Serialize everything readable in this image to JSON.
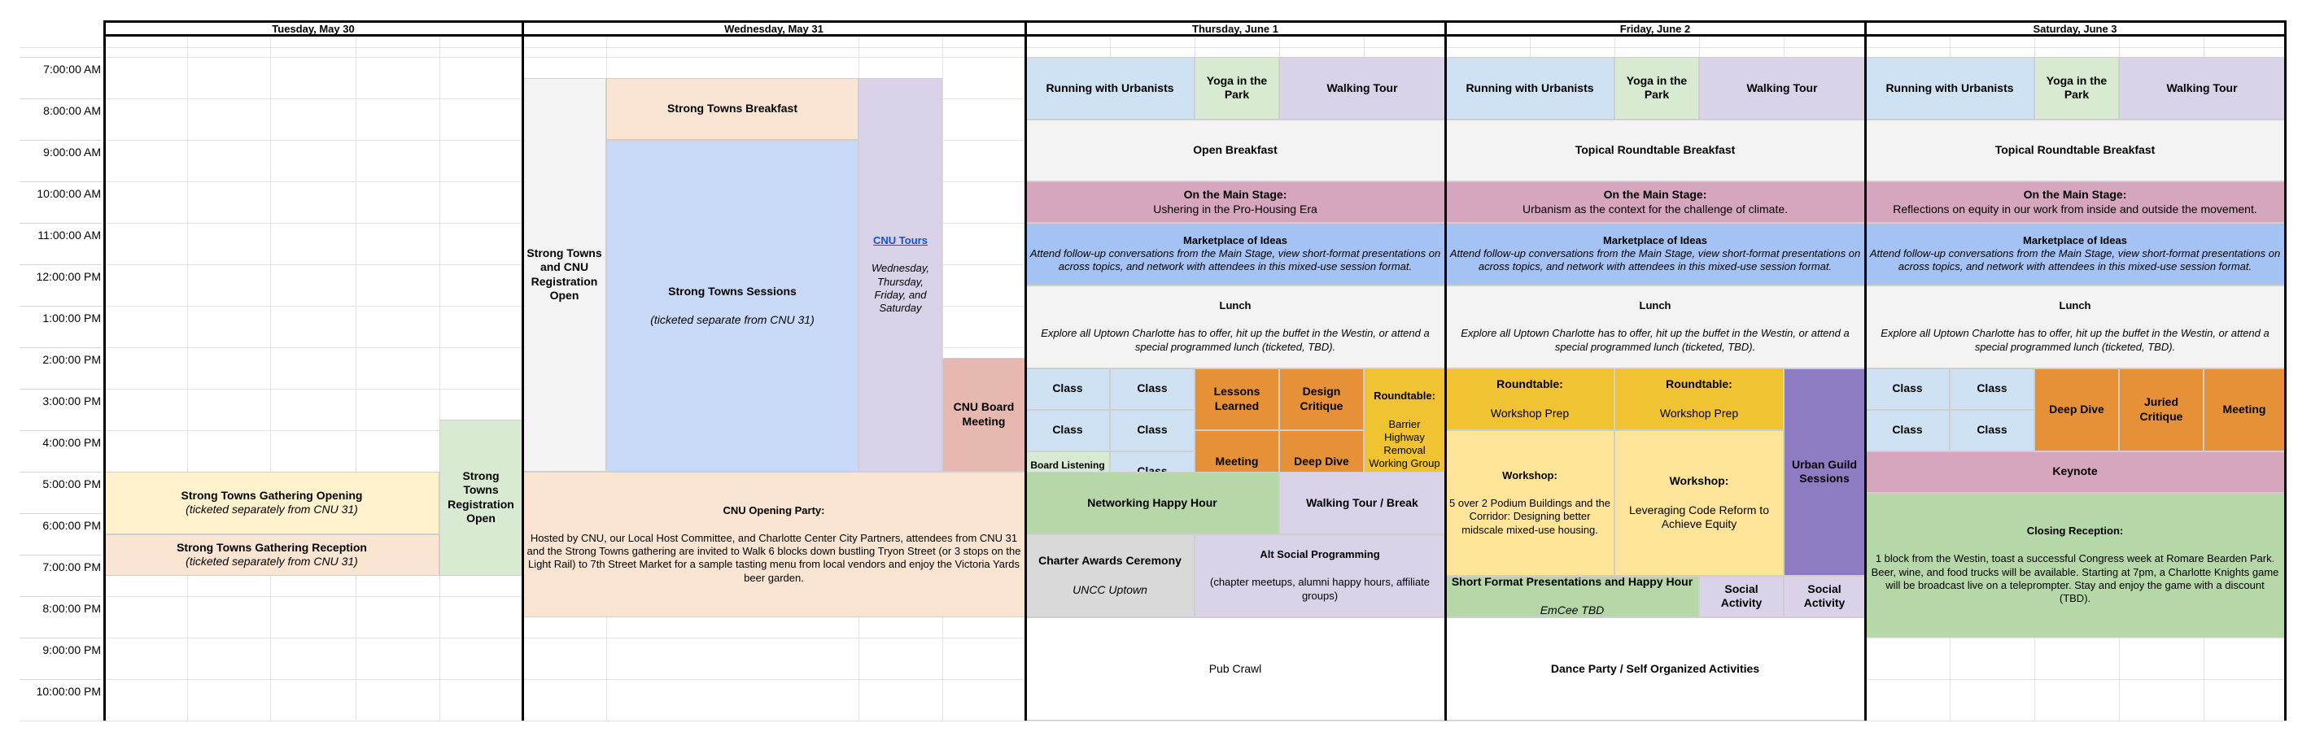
{
  "days": [
    "Tuesday, May 30",
    "Wednesday, May 31",
    "Thursday, June 1",
    "Friday, June 2",
    "Saturday, June 3"
  ],
  "times": [
    "7:00:00 AM",
    "8:00:00 AM",
    "9:00:00 AM",
    "10:00:00 AM",
    "11:00:00 AM",
    "12:00:00 PM",
    "1:00:00 PM",
    "2:00:00 PM",
    "3:00:00 PM",
    "4:00:00 PM",
    "5:00:00 PM",
    "6:00:00 PM",
    "7:00:00 PM",
    "8:00:00 PM",
    "9:00:00 PM",
    "10:00:00 PM"
  ],
  "colors": {
    "cream": "#fff2cc",
    "peach": "#f9e5d2",
    "green": "#d9ead3",
    "green_dark": "#b6d7a8",
    "light_gray": "#f3f3f3",
    "gray": "#d9d9d9",
    "lavender": "#d9d2e9",
    "blue": "#c9daf8",
    "blue_mid": "#a4c2f4",
    "steel": "#cfe2f3",
    "pink": "#d5a6bd",
    "rose": "#e6b8af",
    "orange": "#e69138",
    "gold": "#f1c232",
    "yellow": "#ffe599",
    "purple": "#8e7cc3",
    "white": "#ffffff"
  },
  "events": [
    {
      "name": "Strong Towns Gathering Opening",
      "lines": [
        {
          "text": "Strong Towns Gathering Opening",
          "style": "b"
        },
        {
          "text": "(ticketed separately from CNU 31)",
          "style": "i"
        }
      ],
      "color": "cream"
    },
    {
      "name": "Strong Towns Gathering Reception",
      "lines": [
        {
          "text": "Strong Towns Gathering Reception",
          "style": "b"
        },
        {
          "text": "(ticketed separately from CNU 31)",
          "style": "i"
        }
      ],
      "color": "peach"
    },
    {
      "name": "Strong Towns Registration Open",
      "lines": [
        {
          "text": "Strong Towns Registration Open",
          "style": "b"
        }
      ],
      "color": "green"
    },
    {
      "name": "Strong Towns and CNU Registration Open",
      "lines": [
        {
          "text": "Strong Towns and CNU Registration Open",
          "style": "b"
        }
      ],
      "color": "light_gray"
    },
    {
      "name": "Strong Towns Breakfast",
      "lines": [
        {
          "text": "Strong Towns Breakfast",
          "style": "b"
        }
      ],
      "color": "peach"
    },
    {
      "name": "Strong Towns Sessions",
      "lines": [
        {
          "text": "Strong Towns Sessions",
          "style": "b"
        },
        {
          "text": "(ticketed separate from CNU 31)",
          "style": "i gap"
        }
      ],
      "color": "blue"
    },
    {
      "name": "CNU Tours",
      "lines": [
        {
          "text": "CNU Tours",
          "style": "u"
        },
        {
          "text": "Wednesday, Thursday, Friday, and Saturday",
          "style": "i gap"
        }
      ],
      "color": "lavender"
    },
    {
      "name": "CNU Board Meeting",
      "lines": [
        {
          "text": "CNU Board Meeting",
          "style": "b"
        }
      ],
      "color": "rose"
    },
    {
      "name": "CNU Opening Party",
      "lines": [
        {
          "text": "CNU Opening Party:",
          "style": "b"
        },
        {
          "text": "Hosted by CNU, our Local Host Committee, and Charlotte Center City Partners, attendees from CNU 31 and the Strong Towns gathering are invited to Walk 6 blocks down bustling Tryon Street (or 3 stops on the Light Rail) to 7th Street Market for a sample tasting menu from local vendors and enjoy the Victoria Yards beer garden.",
          "style": "n gap"
        }
      ],
      "color": "peach"
    },
    {
      "name": "Running with Urbanists",
      "lines": [
        {
          "text": "Running with Urbanists",
          "style": "b"
        }
      ],
      "color": "steel"
    },
    {
      "name": "Yoga in the Park",
      "lines": [
        {
          "text": "Yoga in the Park",
          "style": "b"
        }
      ],
      "color": "green"
    },
    {
      "name": "Walking Tour",
      "lines": [
        {
          "text": "Walking Tour",
          "style": "b"
        }
      ],
      "color": "lavender"
    },
    {
      "name": "Open Breakfast",
      "lines": [
        {
          "text": "Open Breakfast",
          "style": "b"
        }
      ],
      "color": "light_gray"
    },
    {
      "name": "On the Main Stage",
      "lines": [
        {
          "text": "On the Main Stage:",
          "style": "b"
        },
        {
          "text": "Ushering in the Pro-Housing Era",
          "style": "n"
        }
      ],
      "color": "pink"
    },
    {
      "name": "Marketplace of Ideas",
      "lines": [
        {
          "text": "Marketplace of Ideas",
          "style": "b"
        },
        {
          "text": "Attend follow-up conversations from the Main Stage, view short-format presentations on across topics, and network with attendees in this mixed-use session format.",
          "style": "i"
        }
      ],
      "color": "blue_mid"
    },
    {
      "name": "Lunch",
      "lines": [
        {
          "text": "Lunch",
          "style": "b"
        },
        {
          "text": "Explore all Uptown Charlotte has to offer, hit up the buffet in the Westin, or attend a special programmed lunch (ticketed, TBD).",
          "style": "i gap"
        }
      ],
      "color": "light_gray"
    },
    {
      "name": "Class",
      "lines": [
        {
          "text": "Class",
          "style": "b"
        }
      ],
      "color": "steel"
    },
    {
      "name": "Class",
      "lines": [
        {
          "text": "Class",
          "style": "b"
        }
      ],
      "color": "steel"
    },
    {
      "name": "Class",
      "lines": [
        {
          "text": "Class",
          "style": "b"
        }
      ],
      "color": "steel"
    },
    {
      "name": "Class",
      "lines": [
        {
          "text": "Class",
          "style": "b"
        }
      ],
      "color": "steel"
    },
    {
      "name": "Board Listening Session",
      "lines": [
        {
          "text": "Board Listening Session",
          "style": "b"
        }
      ],
      "color": "green"
    },
    {
      "name": "Class",
      "lines": [
        {
          "text": "Class",
          "style": "b"
        }
      ],
      "color": "steel"
    },
    {
      "name": "Lessons Learned",
      "lines": [
        {
          "text": "Lessons Learned",
          "style": "b"
        }
      ],
      "color": "orange"
    },
    {
      "name": "Design Critique",
      "lines": [
        {
          "text": "Design Critique",
          "style": "b"
        }
      ],
      "color": "orange"
    },
    {
      "name": "Meeting",
      "lines": [
        {
          "text": "Meeting",
          "style": "b"
        }
      ],
      "color": "orange"
    },
    {
      "name": "Deep Dive",
      "lines": [
        {
          "text": "Deep Dive",
          "style": "b"
        }
      ],
      "color": "orange"
    },
    {
      "name": "Roundtable",
      "lines": [
        {
          "text": "Roundtable:",
          "style": "b"
        },
        {
          "text": "Barrier Highway Removal Working Group",
          "style": "n gap"
        }
      ],
      "color": "gold"
    },
    {
      "name": "Networking Happy Hour",
      "lines": [
        {
          "text": "Networking Happy Hour",
          "style": "b"
        }
      ],
      "color": "green_dark"
    },
    {
      "name": "Walking Tour / Break",
      "lines": [
        {
          "text": "Walking Tour / Break",
          "style": "b"
        }
      ],
      "color": "lavender"
    },
    {
      "name": "Charter Awards Ceremony",
      "lines": [
        {
          "text": "Charter Awards Ceremony",
          "style": "b"
        },
        {
          "text": "UNCC Uptown",
          "style": "i gap"
        }
      ],
      "color": "gray"
    },
    {
      "name": "Alt Social Programming",
      "lines": [
        {
          "text": "Alt Social Programming",
          "style": "b"
        },
        {
          "text": "(chapter meetups, alumni happy hours, affiliate groups)",
          "style": "n gap"
        }
      ],
      "color": "lavender"
    },
    {
      "name": "Pub Crawl",
      "lines": [
        {
          "text": "Pub Crawl",
          "style": "n"
        }
      ],
      "color": "white"
    },
    {
      "name": "Running with Urbanists",
      "lines": [
        {
          "text": "Running with Urbanists",
          "style": "b"
        }
      ],
      "color": "steel"
    },
    {
      "name": "Yoga in the Park",
      "lines": [
        {
          "text": "Yoga in the Park",
          "style": "b"
        }
      ],
      "color": "green"
    },
    {
      "name": "Walking Tour",
      "lines": [
        {
          "text": "Walking Tour",
          "style": "b"
        }
      ],
      "color": "lavender"
    },
    {
      "name": "Topical Roundtable Breakfast",
      "lines": [
        {
          "text": "Topical Roundtable Breakfast",
          "style": "b"
        }
      ],
      "color": "light_gray"
    },
    {
      "name": "On the Main Stage",
      "lines": [
        {
          "text": "On the Main Stage:",
          "style": "b"
        },
        {
          "text": "Urbanism as the context for the challenge of climate.",
          "style": "n"
        }
      ],
      "color": "pink"
    },
    {
      "name": "Marketplace of Ideas",
      "lines": [
        {
          "text": "Marketplace of Ideas",
          "style": "b"
        },
        {
          "text": "Attend follow-up conversations from the Main Stage, view short-format presentations on across topics, and network with attendees in this mixed-use session format.",
          "style": "i"
        }
      ],
      "color": "blue_mid"
    },
    {
      "name": "Lunch",
      "lines": [
        {
          "text": "Lunch",
          "style": "b"
        },
        {
          "text": "Explore all Uptown Charlotte has to offer, hit up the buffet in the Westin, or attend a special programmed lunch (ticketed, TBD).",
          "style": "i gap"
        }
      ],
      "color": "light_gray"
    },
    {
      "name": "Roundtable",
      "lines": [
        {
          "text": "Roundtable:",
          "style": "b"
        },
        {
          "text": "Workshop Prep",
          "style": "n gap"
        }
      ],
      "color": "gold"
    },
    {
      "name": "Roundtable",
      "lines": [
        {
          "text": "Roundtable:",
          "style": "b"
        },
        {
          "text": "Workshop Prep",
          "style": "n gap"
        }
      ],
      "color": "gold"
    },
    {
      "name": "Urban Guild Sessions",
      "lines": [
        {
          "text": "Urban Guild Sessions",
          "style": "b"
        }
      ],
      "color": "purple"
    },
    {
      "name": "Workshop",
      "lines": [
        {
          "text": "Workshop:",
          "style": "b"
        },
        {
          "text": "5 over 2 Podium Buildings and the Corridor: Designing better midscale mixed-use housing.",
          "style": "n gap"
        }
      ],
      "color": "yellow"
    },
    {
      "name": "Workshop",
      "lines": [
        {
          "text": "Workshop:",
          "style": "b"
        },
        {
          "text": "Leveraging Code Reform to Achieve Equity",
          "style": "n gap"
        }
      ],
      "color": "yellow"
    },
    {
      "name": "Short Format Presentations and Happy Hour",
      "lines": [
        {
          "text": "Short Format Presentations and Happy Hour",
          "style": "b"
        },
        {
          "text": "EmCee TBD",
          "style": "i gap"
        }
      ],
      "color": "green_dark"
    },
    {
      "name": "Social Activity",
      "lines": [
        {
          "text": "Social Activity",
          "style": "b"
        }
      ],
      "color": "lavender"
    },
    {
      "name": "Social Activity",
      "lines": [
        {
          "text": "Social Activity",
          "style": "b"
        }
      ],
      "color": "lavender"
    },
    {
      "name": "Dance Party / Self Organized Activities",
      "lines": [
        {
          "text": "Dance Party / Self Organized Activities",
          "style": "b"
        }
      ],
      "color": "white"
    },
    {
      "name": "Running with Urbanists",
      "lines": [
        {
          "text": "Running with Urbanists",
          "style": "b"
        }
      ],
      "color": "steel"
    },
    {
      "name": "Yoga in the Park",
      "lines": [
        {
          "text": "Yoga in the Park",
          "style": "b"
        }
      ],
      "color": "green"
    },
    {
      "name": "Walking Tour",
      "lines": [
        {
          "text": "Walking Tour",
          "style": "b"
        }
      ],
      "color": "lavender"
    },
    {
      "name": "Topical Roundtable Breakfast",
      "lines": [
        {
          "text": "Topical Roundtable Breakfast",
          "style": "b"
        }
      ],
      "color": "light_gray"
    },
    {
      "name": "On the Main Stage",
      "lines": [
        {
          "text": "On the Main Stage:",
          "style": "b"
        },
        {
          "text": "Reflections on equity in our work from inside and outside the movement.",
          "style": "n"
        }
      ],
      "color": "pink"
    },
    {
      "name": "Marketplace of Ideas",
      "lines": [
        {
          "text": "Marketplace of Ideas",
          "style": "b"
        },
        {
          "text": "Attend follow-up conversations from the Main Stage, view short-format presentations on across topics, and network with attendees in this mixed-use session format.",
          "style": "i"
        }
      ],
      "color": "blue_mid"
    },
    {
      "name": "Lunch",
      "lines": [
        {
          "text": "Lunch",
          "style": "b"
        },
        {
          "text": "Explore all Uptown Charlotte has to offer, hit up the buffet in the Westin, or attend a special programmed lunch (ticketed, TBD).",
          "style": "i gap"
        }
      ],
      "color": "light_gray"
    },
    {
      "name": "Class",
      "lines": [
        {
          "text": "Class",
          "style": "b"
        }
      ],
      "color": "steel"
    },
    {
      "name": "Class",
      "lines": [
        {
          "text": "Class",
          "style": "b"
        }
      ],
      "color": "steel"
    },
    {
      "name": "Class",
      "lines": [
        {
          "text": "Class",
          "style": "b"
        }
      ],
      "color": "steel"
    },
    {
      "name": "Class",
      "lines": [
        {
          "text": "Class",
          "style": "b"
        }
      ],
      "color": "steel"
    },
    {
      "name": "Deep Dive",
      "lines": [
        {
          "text": "Deep Dive",
          "style": "b"
        }
      ],
      "color": "orange"
    },
    {
      "name": "Juried Critique",
      "lines": [
        {
          "text": "Juried Critique",
          "style": "b"
        }
      ],
      "color": "orange"
    },
    {
      "name": "Meeting",
      "lines": [
        {
          "text": "Meeting",
          "style": "b"
        }
      ],
      "color": "orange"
    },
    {
      "name": "Keynote",
      "lines": [
        {
          "text": "Keynote",
          "style": "b"
        }
      ],
      "color": "pink"
    },
    {
      "name": "Closing Reception",
      "lines": [
        {
          "text": "Closing Reception:",
          "style": "b"
        },
        {
          "text": "1 block from the Westin, toast a successful Congress week at Romare Bearden Park. Beer, wine, and food trucks will be available. Starting at 7pm, a Charlotte Knights game will be broadcast live on a teleprompter. Stay and enjoy the game with a discount (TBD).",
          "style": "n gap"
        }
      ],
      "color": "green_dark"
    }
  ]
}
